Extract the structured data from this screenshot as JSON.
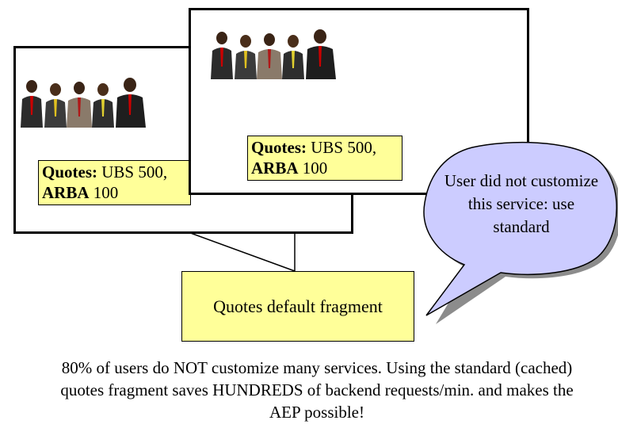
{
  "quote_back": {
    "label": "Quotes:",
    "line1_rest": "UBS 500,",
    "line2_bold": "ARBA",
    "line2_rest": "100"
  },
  "quote_front": {
    "label": "Quotes:",
    "line1_rest": "UBS 500,",
    "line2_bold": "ARBA",
    "line2_rest": "100"
  },
  "fragment_label": "Quotes default fragment",
  "bubble_text": "User did not customize this service: use standard",
  "caption": "80% of users do NOT customize many services. Using the standard (cached) quotes fragment saves HUNDREDS of backend requests/min. and makes the AEP possible!",
  "colors": {
    "note_fill": "#ffff99",
    "bubble_fill": "#ccccff",
    "bubble_shadow": "#8c8c8c"
  },
  "icons": [
    "group-of-businesspeople-clipart"
  ]
}
